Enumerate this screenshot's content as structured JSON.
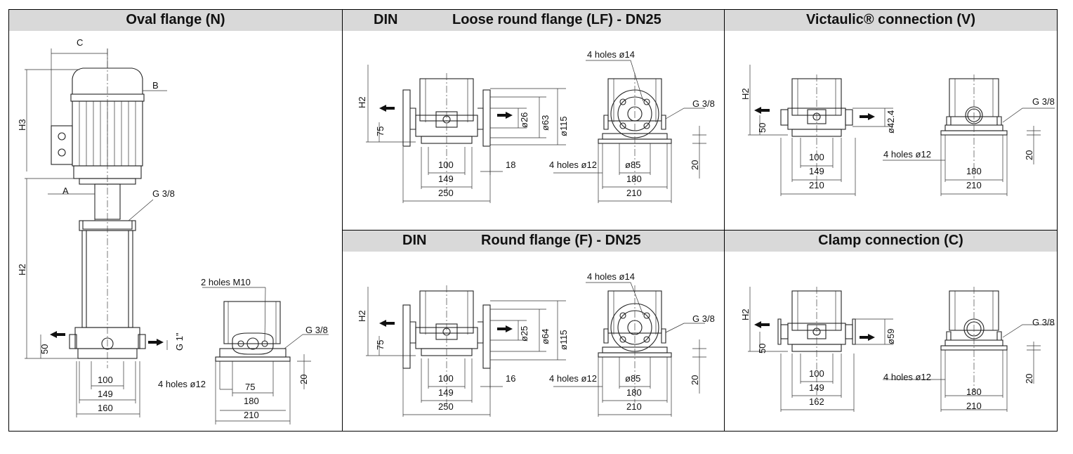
{
  "panels": {
    "oval": {
      "title": "Oval flange (N)",
      "labels": {
        "c": "C",
        "b": "B",
        "a": "A",
        "h3": "H3",
        "h2": "H2",
        "g38": "G 3/8",
        "g1": "G 1\"",
        "d50": "50",
        "holes_m10": "2 holes M10",
        "g38_side": "G 3/8",
        "d100": "100",
        "d149": "149",
        "d160": "160",
        "holes_12": "4 holes ø12",
        "d75": "75",
        "d180": "180",
        "d210": "210",
        "d20": "20"
      }
    },
    "loose": {
      "din": "DIN",
      "title": "Loose round flange (LF) - DN25",
      "labels": {
        "h2": "H2",
        "d75": "75",
        "d26": "ø26",
        "d63": "ø63",
        "d115": "ø115",
        "d100": "100",
        "d149": "149",
        "d250": "250",
        "d18": "18",
        "holes_14": "4 holes ø14",
        "g38": "G 3/8",
        "holes_12": "4 holes ø12",
        "d85": "ø85",
        "d180": "180",
        "d210": "210",
        "d20": "20"
      }
    },
    "round": {
      "din": "DIN",
      "title": "Round flange (F) - DN25",
      "labels": {
        "h2": "H2",
        "d75": "75",
        "d25": "ø25",
        "d64": "ø64",
        "d115": "ø115",
        "d100": "100",
        "d149": "149",
        "d250": "250",
        "d16": "16",
        "holes_14": "4 holes ø14",
        "g38": "G 3/8",
        "holes_12": "4 holes ø12",
        "d85": "ø85",
        "d180": "180",
        "d210": "210",
        "d20": "20"
      }
    },
    "victaulic": {
      "title": "Victaulic® connection (V)",
      "labels": {
        "h2": "H2",
        "d50": "50",
        "d424": "ø42.4",
        "d100": "100",
        "d149": "149",
        "d210": "210",
        "g38": "G 3/8",
        "holes_12": "4 holes ø12",
        "d180": "180",
        "d210b": "210",
        "d20": "20"
      }
    },
    "clamp": {
      "title": "Clamp connection (C)",
      "labels": {
        "h2": "H2",
        "d50": "50",
        "d59": "ø59",
        "d100": "100",
        "d149": "149",
        "d162": "162",
        "g38": "G 3/8",
        "holes_12": "4 holes ø12",
        "d180": "180",
        "d210": "210",
        "d20": "20"
      }
    }
  }
}
